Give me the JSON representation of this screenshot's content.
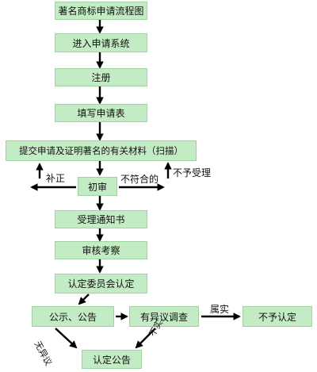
{
  "nodes": {
    "title": "著名商标申请流程图",
    "enter_system": "进入申请系统",
    "register": "注册",
    "fill_form": "填写申请表",
    "submit_materials": "提交申请及证明著名的有关材料（扫描）",
    "initial_review": "初审",
    "acceptance_notice": "受理通知书",
    "audit": "审核考察",
    "committee": "认定委员会认定",
    "publicity": "公示、公告",
    "objection_investigation": "有异议调查",
    "not_recognized": "不予认定",
    "recognition_announcement": "认定公告"
  },
  "edge_labels": {
    "supplement": "补正",
    "non_compliant": "不符合的",
    "not_accepted": "不予受理",
    "confirmed": "属实",
    "no_objection": "无异议",
    "not_true": "不实"
  },
  "colors": {
    "box_fill": "#c4ecc4",
    "box_border": "#9fd39f",
    "arrow": "#000000"
  }
}
